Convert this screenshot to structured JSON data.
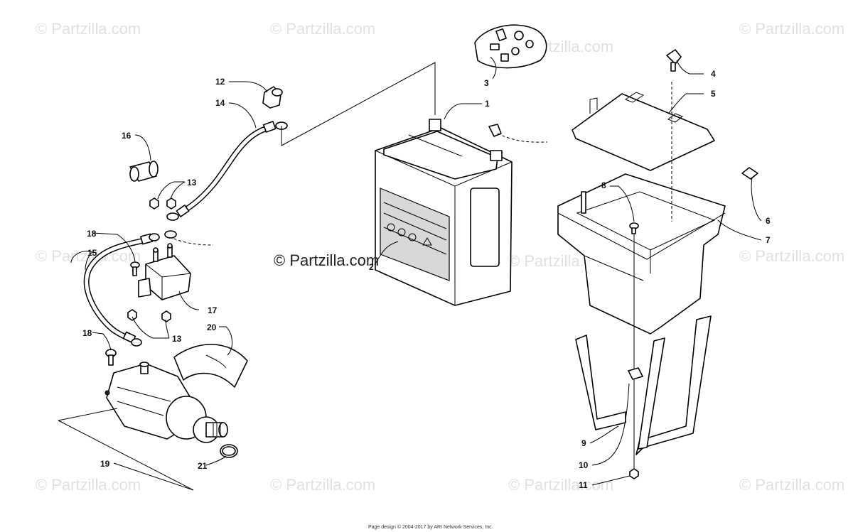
{
  "watermark": {
    "text": "© Partzilla.com",
    "center_text": "© Partzilla.com"
  },
  "footer": {
    "text": "Page design © 2004-2017 by ARI Network Services, Inc."
  },
  "callouts": {
    "c1": "1",
    "c2": "2",
    "c3": "3",
    "c4": "4",
    "c5": "5",
    "c6": "6",
    "c7": "7",
    "c8": "8",
    "c9": "9",
    "c10": "10",
    "c11": "11",
    "c12": "12",
    "c13a": "13",
    "c13b": "13",
    "c14": "14",
    "c15": "15",
    "c16": "16",
    "c17": "17",
    "c18a": "18",
    "c18b": "18",
    "c19": "19",
    "c20": "20",
    "c21": "21"
  },
  "icons": [
    "copyright-icon"
  ]
}
